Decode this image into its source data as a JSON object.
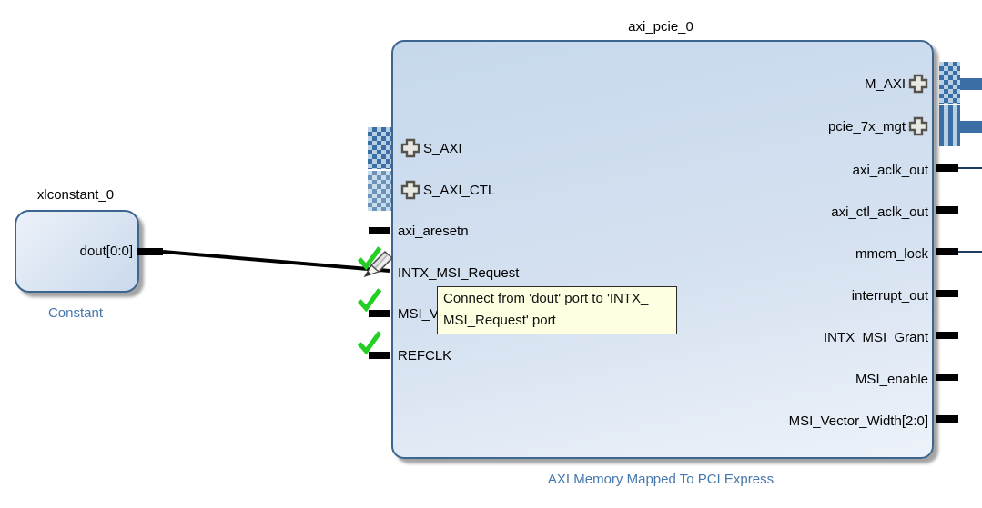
{
  "colors": {
    "canvas_bg": "#ffffff",
    "block_border": "#3c658f",
    "type_label_blue": "#4577ad",
    "interface_blue": "#3a6ea5",
    "interface_hatch_bg": "#b9cfe4",
    "tooltip_bg": "#ffffe1",
    "tooltip_border": "#2a2a2a",
    "check_green": "#24cf24",
    "pin_black": "#000000"
  },
  "xlconstant_block": {
    "instance_name": "xlconstant_0",
    "type_label": "Constant",
    "output_port": {
      "label": "dout[0:0]"
    }
  },
  "axi_pcie_block": {
    "instance_name": "axi_pcie_0",
    "type_label": "AXI Memory Mapped To PCI Express",
    "left_ports": [
      {
        "label": "S_AXI",
        "kind": "interface-collapsed"
      },
      {
        "label": "S_AXI_CTL",
        "kind": "interface-collapsed"
      },
      {
        "label": "axi_aresetn",
        "kind": "pin"
      },
      {
        "label": "INTX_MSI_Request",
        "kind": "pin"
      },
      {
        "label": "MSI_V",
        "kind": "pin-partially-hidden-by-tooltip"
      },
      {
        "label": "REFCLK",
        "kind": "pin"
      }
    ],
    "right_ports": [
      {
        "label": "M_AXI",
        "kind": "interface-collapsed"
      },
      {
        "label": "pcie_7x_mgt",
        "kind": "interface-collapsed"
      },
      {
        "label": "axi_aclk_out",
        "kind": "pin-connected"
      },
      {
        "label": "axi_ctl_aclk_out",
        "kind": "pin"
      },
      {
        "label": "mmcm_lock",
        "kind": "pin-connected"
      },
      {
        "label": "interrupt_out",
        "kind": "pin"
      },
      {
        "label": "INTX_MSI_Grant",
        "kind": "pin"
      },
      {
        "label": "MSI_enable",
        "kind": "pin"
      },
      {
        "label": "MSI_Vector_Width[2:0]",
        "kind": "pin"
      }
    ]
  },
  "connection_tooltip": {
    "line1": "Connect from 'dout' port to 'INTX_",
    "line2": "MSI_Request' port"
  }
}
